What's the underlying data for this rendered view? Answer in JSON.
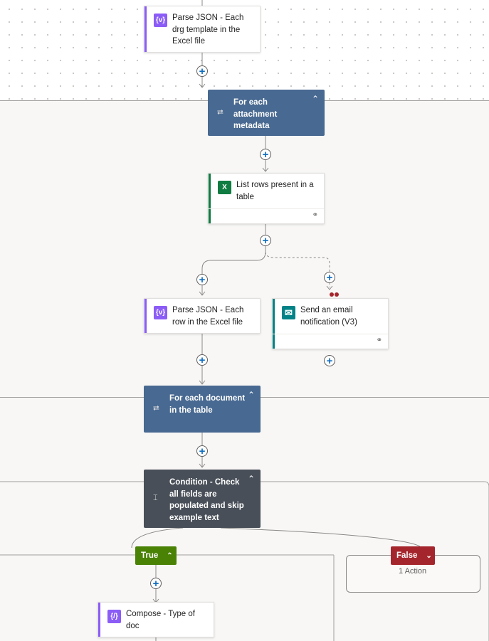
{
  "actions": {
    "parse_json_template": {
      "title": "Parse JSON - Each drg template in the Excel file",
      "icon": "{v}"
    },
    "list_rows": {
      "title": "List rows present in a table",
      "icon": "X"
    },
    "parse_json_row": {
      "title": "Parse JSON - Each row in the Excel file",
      "icon": "{v}"
    },
    "send_email": {
      "title": "Send an email notification (V3)",
      "icon": "✉"
    },
    "compose_type": {
      "title": "Compose - Type of doc",
      "icon": "{/}"
    }
  },
  "loops": {
    "attachment": {
      "title": "For each attachment metadata"
    },
    "document": {
      "title": "For each document in the table"
    }
  },
  "condition": {
    "title": "Condition - Check all fields are populated and skip example text"
  },
  "branches": {
    "true_label": "True",
    "false_label": "False",
    "false_summary": "1 Action"
  },
  "colors": {
    "parse_json_purple": "#8b5cf6",
    "excel_green": "#107c41",
    "outlook_teal": "#038387",
    "loop_blue": "#486991",
    "condition_gray": "#484f58",
    "true_green": "#498205",
    "false_red": "#a4262c",
    "plus_blue": "#0f6cbd"
  }
}
